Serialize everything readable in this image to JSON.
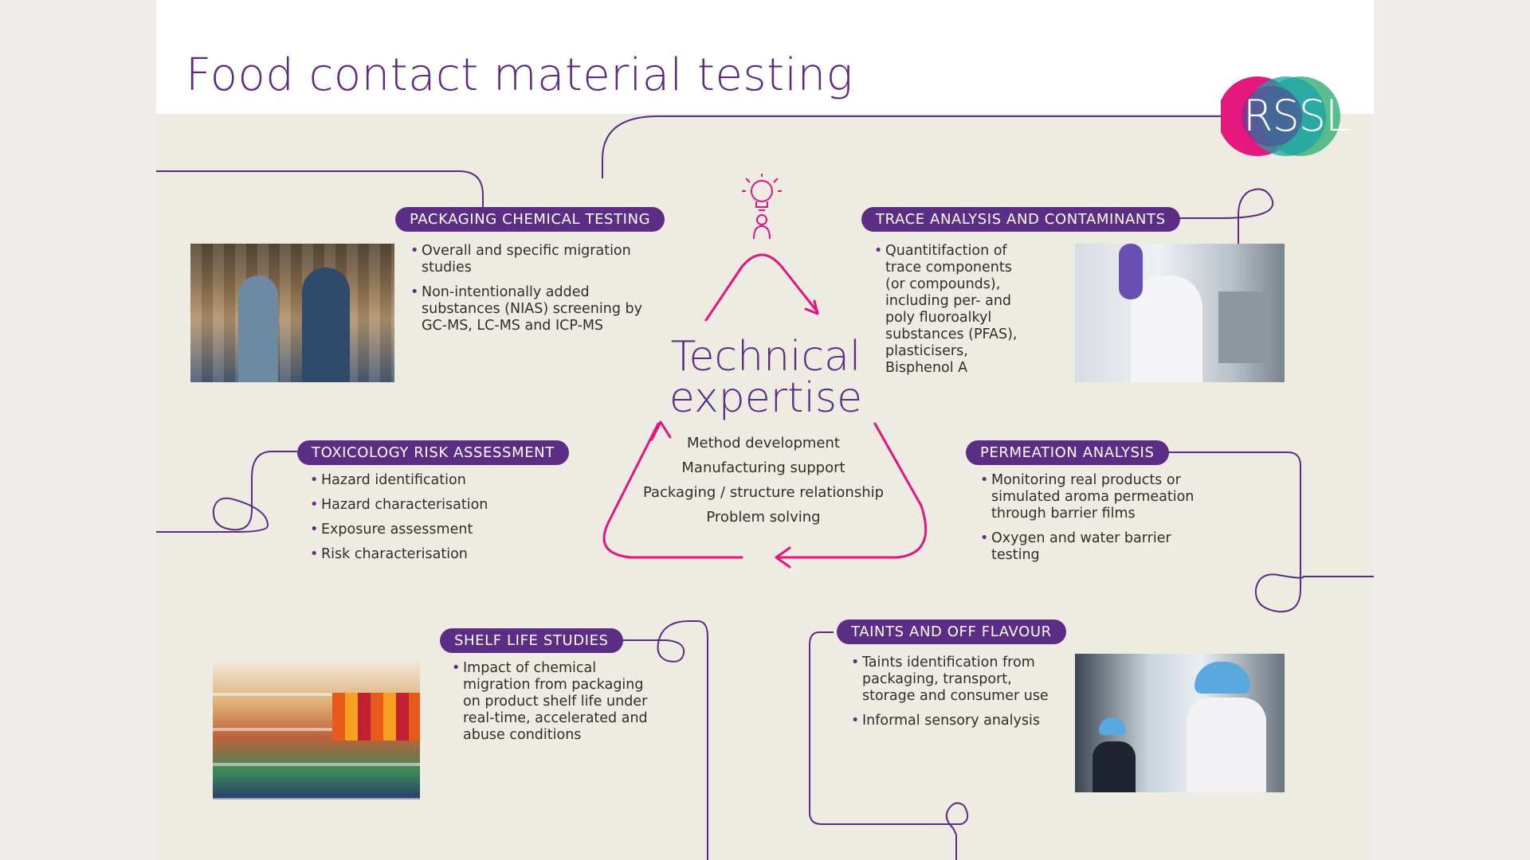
{
  "title": "Food contact material testing",
  "logo": {
    "text": "RSSL",
    "colors": [
      "#e5187e",
      "#5b3c98",
      "#1aa3a6",
      "#3fb37a"
    ]
  },
  "center": {
    "heading_line1": "Technical",
    "heading_line2": "expertise",
    "items": [
      "Method development",
      "Manufacturing support",
      "Packaging / structure relationship",
      "Problem solving"
    ]
  },
  "sections": {
    "packaging": {
      "label": "PACKAGING CHEMICAL TESTING",
      "bullets": [
        "Overall and specific migration studies",
        "Non-intentionally added substances (NIAS) screening by GC-MS, LC-MS and ICP-MS"
      ]
    },
    "trace": {
      "label": "TRACE ANALYSIS AND CONTAMINANTS",
      "bullets": [
        "Quantitifaction of trace components (or compounds), including per- and poly fluoroalkyl substances (PFAS), plasticisers, Bisphenol A"
      ]
    },
    "toxicology": {
      "label": "TOXICOLOGY RISK ASSESSMENT",
      "bullets": [
        "Hazard identification",
        "Hazard characterisation",
        "Exposure assessment",
        "Risk characterisation"
      ]
    },
    "permeation": {
      "label": "PERMEATION ANALYSIS",
      "bullets": [
        "Monitoring real products or simulated aroma permeation through barrier films",
        "Oxygen and water barrier testing"
      ]
    },
    "shelf": {
      "label": "SHELF LIFE STUDIES",
      "bullets": [
        "Impact of chemical migration from packaging on product shelf life under real-time, accelerated and abuse conditions"
      ]
    },
    "taints": {
      "label": "TAINTS AND OFF FLAVOUR",
      "bullets": [
        "Taints identification from packaging, transport, storage and consumer use",
        "Informal sensory analysis"
      ]
    }
  },
  "colors": {
    "purple": "#5b2d84",
    "magenta": "#e0157f",
    "background": "#eeebe2"
  }
}
